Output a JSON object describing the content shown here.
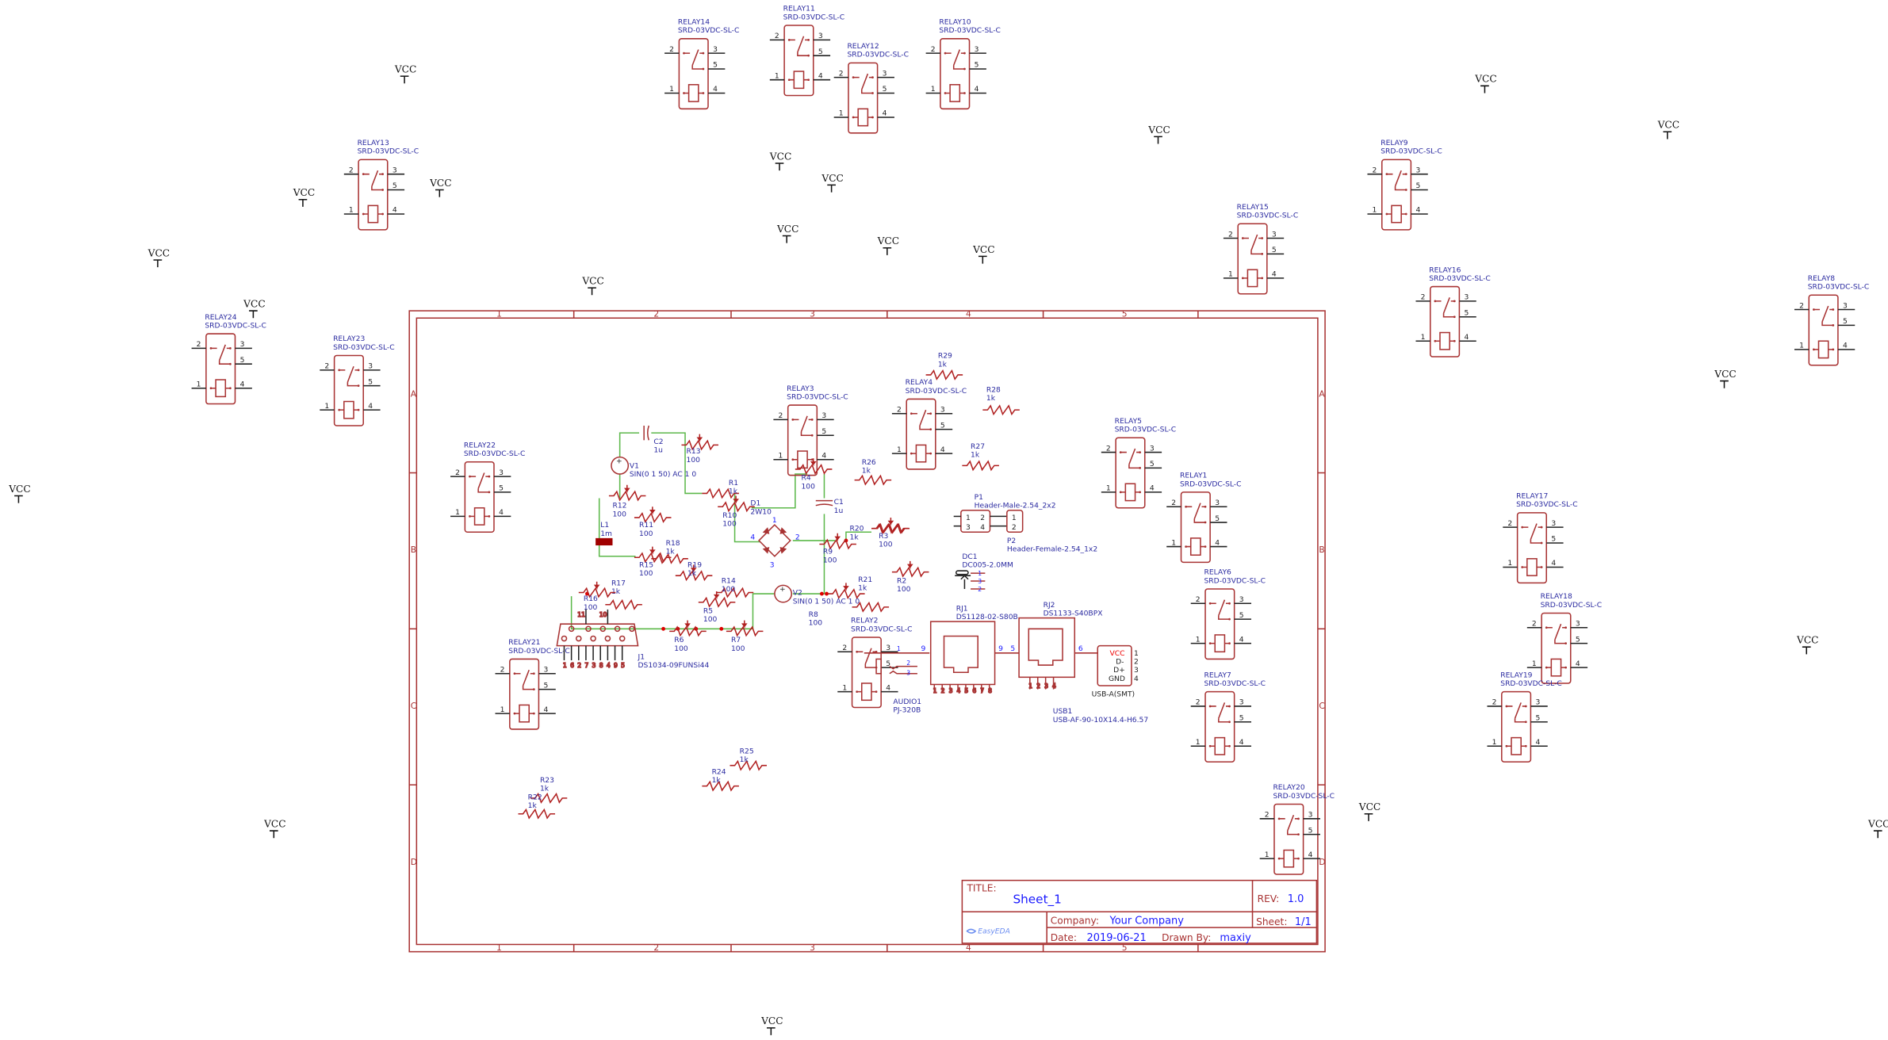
{
  "title_block": {
    "title_label": "TITLE:",
    "title": "Sheet_1",
    "rev_label": "REV:",
    "rev": "1.0",
    "company_label": "Company:",
    "company": "Your Company",
    "sheet_label": "Sheet:",
    "sheet": "1/1",
    "date_label": "Date:",
    "date": "2019-06-21",
    "drawn_by_label": "Drawn By:",
    "drawn_by": "maxiy",
    "logo_text": "EasyEDA"
  },
  "frame": {
    "columns": [
      "1",
      "2",
      "3",
      "4",
      "5"
    ],
    "rows": [
      "A",
      "B",
      "C",
      "D"
    ]
  },
  "colors": {
    "frame": "#a83232",
    "wire": "#5cb84a",
    "text": "#2a2aa0",
    "pin_number": "#1a1aff"
  },
  "relay_pins": [
    "2",
    "1",
    "3",
    "5",
    "4"
  ],
  "relays": [
    {
      "ref": "RELAY11",
      "part": "SRD-03VDC-SL-C"
    },
    {
      "ref": "RELAY14",
      "part": "SRD-03VDC-SL-C"
    },
    {
      "ref": "RELAY10",
      "part": "SRD-03VDC-SL-C"
    },
    {
      "ref": "RELAY12",
      "part": "SRD-03VDC-SL-C"
    },
    {
      "ref": "RELAY13",
      "part": "SRD-03VDC-SL-C"
    },
    {
      "ref": "RELAY9",
      "part": "SRD-03VDC-SL-C"
    },
    {
      "ref": "RELAY15",
      "part": "SRD-03VDC-SL-C"
    },
    {
      "ref": "RELAY16",
      "part": "SRD-03VDC-SL-C"
    },
    {
      "ref": "RELAY8",
      "part": "SRD-03VDC-SL-C"
    },
    {
      "ref": "RELAY24",
      "part": "SRD-03VDC-SL-C"
    },
    {
      "ref": "RELAY23",
      "part": "SRD-03VDC-SL-C"
    },
    {
      "ref": "RELAY3",
      "part": "SRD-03VDC-SL-C"
    },
    {
      "ref": "RELAY4",
      "part": "SRD-03VDC-SL-C"
    },
    {
      "ref": "RELAY5",
      "part": "SRD-03VDC-SL-C"
    },
    {
      "ref": "RELAY1",
      "part": "SRD-03VDC-SL-C"
    },
    {
      "ref": "RELAY22",
      "part": "SRD-03VDC-SL-C"
    },
    {
      "ref": "RELAY17",
      "part": "SRD-03VDC-SL-C"
    },
    {
      "ref": "RELAY6",
      "part": "SRD-03VDC-SL-C"
    },
    {
      "ref": "RELAY18",
      "part": "SRD-03VDC-SL-C"
    },
    {
      "ref": "RELAY2",
      "part": "SRD-03VDC-SL-C"
    },
    {
      "ref": "RELAY21",
      "part": "SRD-03VDC-SL-C"
    },
    {
      "ref": "RELAY7",
      "part": "SRD-03VDC-SL-C"
    },
    {
      "ref": "RELAY19",
      "part": "SRD-03VDC-SL-C"
    },
    {
      "ref": "RELAY20",
      "part": "SRD-03VDC-SL-C"
    }
  ],
  "resistors": [
    {
      "ref": "R29",
      "value": "1k"
    },
    {
      "ref": "R28",
      "value": "1k"
    },
    {
      "ref": "R27",
      "value": "1k"
    },
    {
      "ref": "R26",
      "value": "1k"
    },
    {
      "ref": "R13",
      "value": "100"
    },
    {
      "ref": "R1",
      "value": "1k"
    },
    {
      "ref": "R4",
      "value": "100"
    },
    {
      "ref": "R10",
      "value": "100"
    },
    {
      "ref": "R12",
      "value": "100"
    },
    {
      "ref": "R11",
      "value": "100"
    },
    {
      "ref": "R20",
      "value": "1k"
    },
    {
      "ref": "R3",
      "value": "100"
    },
    {
      "ref": "R9",
      "value": "100"
    },
    {
      "ref": "R18",
      "value": "1k"
    },
    {
      "ref": "R19",
      "value": "1k"
    },
    {
      "ref": "R14",
      "value": "100"
    },
    {
      "ref": "R15",
      "value": "100"
    },
    {
      "ref": "R17",
      "value": "1k"
    },
    {
      "ref": "R16",
      "value": "100"
    },
    {
      "ref": "R5",
      "value": "100"
    },
    {
      "ref": "R21",
      "value": "1k"
    },
    {
      "ref": "R8",
      "value": "100"
    },
    {
      "ref": "R2",
      "value": "100"
    },
    {
      "ref": "R6",
      "value": "100"
    },
    {
      "ref": "R7",
      "value": "100"
    },
    {
      "ref": "R23",
      "value": "1k"
    },
    {
      "ref": "R22",
      "value": "1k"
    },
    {
      "ref": "R24",
      "value": "1k"
    },
    {
      "ref": "R25",
      "value": "1k"
    }
  ],
  "power_ports": [
    "VCC",
    "VCC",
    "VCC",
    "VCC",
    "VCC",
    "VCC",
    "VCC",
    "VCC",
    "VCC",
    "VCC",
    "VCC",
    "VCC",
    "VCC",
    "VCC",
    "VCC",
    "VCC",
    "VCC",
    "VCC",
    "VCC",
    "VCC",
    "VCC"
  ],
  "components": {
    "v1": {
      "ref": "V1",
      "value": "SIN(0 1 50) AC 1 0"
    },
    "v2": {
      "ref": "V2",
      "value": "SIN(0 1 50) AC 1 0"
    },
    "c1": {
      "ref": "C1",
      "value": "1u"
    },
    "c2": {
      "ref": "C2",
      "value": "1u"
    },
    "l1": {
      "ref": "L1",
      "value": "1m"
    },
    "d1": {
      "ref": "D1",
      "value": "2W10",
      "pins": [
        "1",
        "2",
        "3",
        "4"
      ]
    },
    "j1": {
      "ref": "J1",
      "value": "DS1034-09FUNSi44",
      "pins": [
        "1",
        "6",
        "2",
        "7",
        "3",
        "8",
        "4",
        "9",
        "5",
        "11",
        "10"
      ]
    },
    "p1": {
      "ref": "P1",
      "value": "Header-Male-2.54_2x2",
      "pins": [
        "1",
        "2",
        "3",
        "4"
      ]
    },
    "p2": {
      "ref": "P2",
      "value": "Header-Female-2.54_1x2",
      "pins": [
        "1",
        "2"
      ]
    },
    "dc1": {
      "ref": "DC1",
      "value": "DC005-2.0MM",
      "pins": [
        "1",
        "3",
        "2"
      ]
    },
    "audio1": {
      "ref": "AUDIO1",
      "value": "PJ-320B",
      "pins": [
        "1",
        "2",
        "3"
      ]
    },
    "rj1": {
      "ref": "RJ1",
      "value": "DS1128-02-S80B",
      "pins": [
        "1",
        "2",
        "3",
        "4",
        "5",
        "6",
        "7",
        "8",
        "9",
        "9"
      ]
    },
    "rj2": {
      "ref": "RJ2",
      "value": "DS1133-S40BPX",
      "pins": [
        "1",
        "2",
        "3",
        "4",
        "5",
        "6"
      ]
    },
    "usb1": {
      "ref": "USB1",
      "value": "USB-AF-90-10X14.4-H6.57",
      "package": "USB-A(SMT)",
      "pin_names": [
        "VCC",
        "D-",
        "D+",
        "GND"
      ],
      "pins": [
        "1",
        "2",
        "3",
        "4"
      ]
    }
  }
}
